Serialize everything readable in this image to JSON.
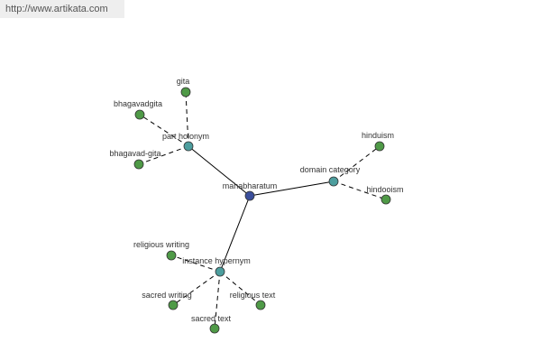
{
  "header": {
    "url": "http://www.artikata.com"
  },
  "colors": {
    "center_node": "#3b4f9c",
    "relation_node": "#4d9e9e",
    "leaf_node": "#4f9a47",
    "node_stroke": "#333333",
    "edge": "#000000"
  },
  "nodes": {
    "center": {
      "label": "mahabharatum"
    },
    "part_holonym": {
      "label": "part holonym"
    },
    "domain_category": {
      "label": "domain category"
    },
    "instance_hypernym": {
      "label": "instance hypernym"
    },
    "gita": {
      "label": "gita"
    },
    "bhagavadgita": {
      "label": "bhagavadgita"
    },
    "bhagavad_gita": {
      "label": "bhagavad-gita"
    },
    "hinduism": {
      "label": "hinduism"
    },
    "hindooism": {
      "label": "hindooism"
    },
    "religious_writing": {
      "label": "religious writing"
    },
    "sacred_writing": {
      "label": "sacred writing"
    },
    "religious_text": {
      "label": "religious text"
    },
    "sacred_text": {
      "label": "sacred text"
    }
  }
}
